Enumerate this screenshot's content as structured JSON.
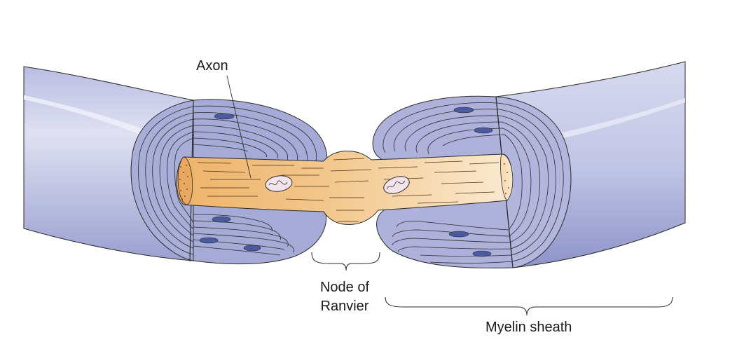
{
  "labels": {
    "axon": "Axon",
    "node_line1": "Node of",
    "node_line2": "Ranvier",
    "myelin": "Myelin sheath"
  },
  "colors": {
    "sheath_fill": "#c7cbe6",
    "sheath_dark": "#8f95c8",
    "lamella_fill": "#a9aed8",
    "axon_fill": "#f3c98a",
    "axon_dark": "#e3a65c",
    "nucleus": "#4a5aa3",
    "outline": "#2a2a2a"
  }
}
